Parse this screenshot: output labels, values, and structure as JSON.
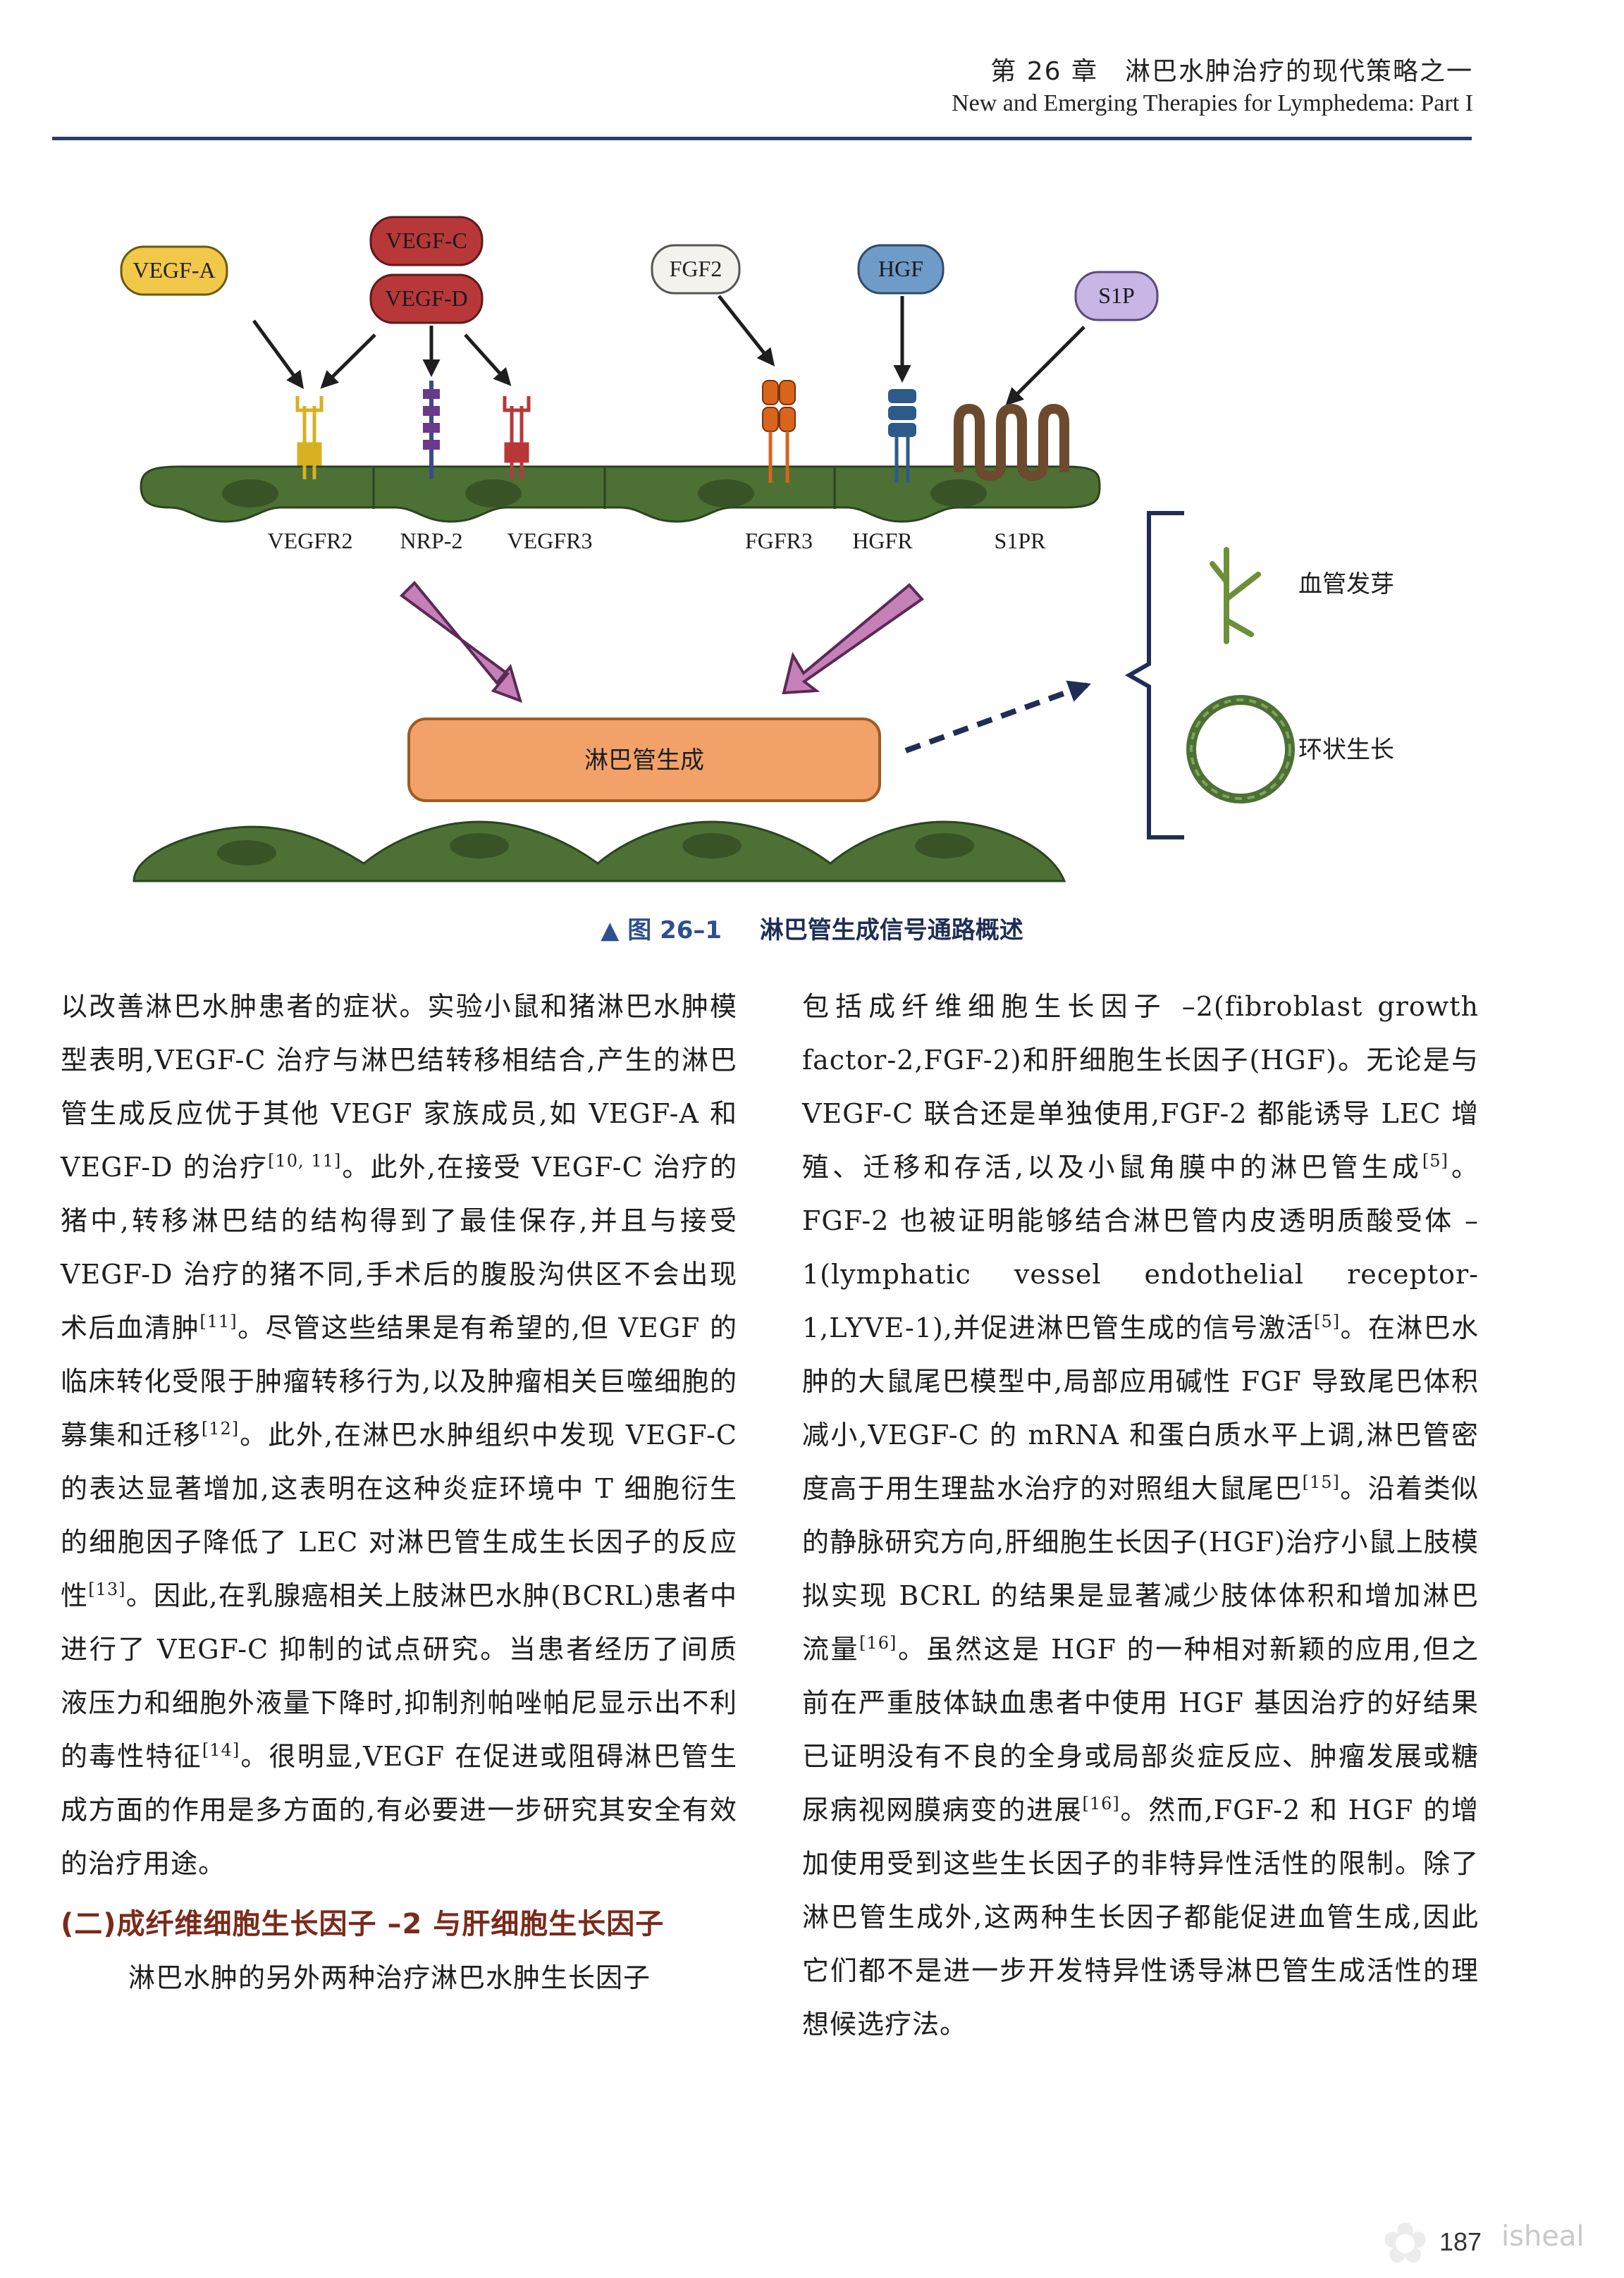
{
  "header": {
    "chapter_cn": "第 26 章　淋巴水肿治疗的现代策略之一",
    "chapter_en": "New and Emerging Therapies for Lymphedema: Part I"
  },
  "figure": {
    "ligands": {
      "vegfa": "VEGF-A",
      "vegfc": "VEGF-C",
      "vegfd": "VEGF-D",
      "fgf2": "FGF2",
      "hgf": "HGF",
      "s1p": "S1P"
    },
    "receptors": {
      "vegfr2": "VEGFR2",
      "nrp2": "NRP-2",
      "vegfr3": "VEGFR3",
      "fgfr3": "FGFR3",
      "hgfr": "HGFR",
      "s1pr": "S1PR"
    },
    "process_label": "淋巴管生成",
    "outcome_sprouting": "血管发芽",
    "outcome_ring": "环状生长",
    "colors": {
      "vegfa": "#f1c84a",
      "vegfcd": "#b8383a",
      "fgf2": "#f4f2ec",
      "hgf": "#6f9bc8",
      "s1p": "#c8b6e6",
      "cell": "#4d7035",
      "process_box": "#f2a269",
      "pink_arrow": "#c580b8",
      "bracket": "#1f2d57"
    }
  },
  "caption": {
    "arrow": "▲",
    "label": "图 26–1",
    "title": "淋巴管生成信号通路概述"
  },
  "left_column": {
    "para1": {
      "a": "以改善淋巴水肿患者的症状。实验小鼠和猪淋巴水肿模型表明,VEGF-C 治疗与淋巴结转移相结合,产生的淋巴管生成反应优于其他 VEGF 家族成员,如 VEGF-A 和 VEGF-D 的治疗",
      "ref1": "[10, 11]",
      "b": "。此外,在接受 VEGF-C 治疗的猪中,转移淋巴结的结构得到了最佳保存,并且与接受 VEGF-D 治疗的猪不同,手术后的腹股沟供区不会出现术后血清肿",
      "ref2": "[11]",
      "c": "。尽管这些结果是有希望的,但 VEGF 的临床转化受限于肿瘤转移行为,以及肿瘤相关巨噬细胞的募集和迁移",
      "ref3": "[12]",
      "d": "。此外,在淋巴水肿组织中发现 VEGF-C 的表达显著增加,这表明在这种炎症环境中 T 细胞衍生的细胞因子降低了 LEC 对淋巴管生成生长因子的反应性",
      "ref4": "[13]",
      "e": "。因此,在乳腺癌相关上肢淋巴水肿(BCRL)患者中进行了 VEGF-C 抑制的试点研究。当患者经历了间质液压力和细胞外液量下降时,抑制剂帕唑帕尼显示出不利的毒性特征",
      "ref5": "[14]",
      "f": "。很明显,VEGF 在促进或阻碍淋巴管生成方面的作用是多方面的,有必要进一步研究其安全有效的治疗用途。"
    },
    "subheading": "(二)成纤维细胞生长因子 –2 与肝细胞生长因子",
    "para2": "淋巴水肿的另外两种治疗淋巴水肿生长因子"
  },
  "right_column": {
    "a": "包括成纤维细胞生长因子 –2(fibroblast growth factor-2,FGF-2)和肝细胞生长因子(HGF)。无论是与 VEGF-C 联合还是单独使用,FGF-2 都能诱导 LEC 增殖、迁移和存活,以及小鼠角膜中的淋巴管生成",
    "ref1": "[5]",
    "b": "。FGF-2 也被证明能够结合淋巴管内皮透明质酸受体 –1(lymphatic vessel endothelial receptor-1,LYVE-1),并促进淋巴管生成的信号激活",
    "ref2": "[5]",
    "c": "。在淋巴水肿的大鼠尾巴模型中,局部应用碱性 FGF 导致尾巴体积减小,VEGF-C 的 mRNA 和蛋白质水平上调,淋巴管密度高于用生理盐水治疗的对照组大鼠尾巴",
    "ref3": "[15]",
    "d": "。沿着类似的静脉研究方向,肝细胞生长因子(HGF)治疗小鼠上肢模拟实现 BCRL 的结果是显著减少肢体体积和增加淋巴流量",
    "ref4": "[16]",
    "e": "。虽然这是 HGF 的一种相对新颖的应用,但之前在严重肢体缺血患者中使用 HGF 基因治疗的好结果已证明没有不良的全身或局部炎症反应、肿瘤发展或糖尿病视网膜病变的进展",
    "ref5": "[16]",
    "f": "。然而,FGF-2 和 HGF 的增加使用受到这些生长因子的非特异性活性的限制。除了淋巴管生成外,这两种生长因子都能促进血管生成,因此它们都不是进一步开发特异性诱导淋巴管生成活性的理想候选疗法。"
  },
  "page_number": "187",
  "watermark": "isheal"
}
